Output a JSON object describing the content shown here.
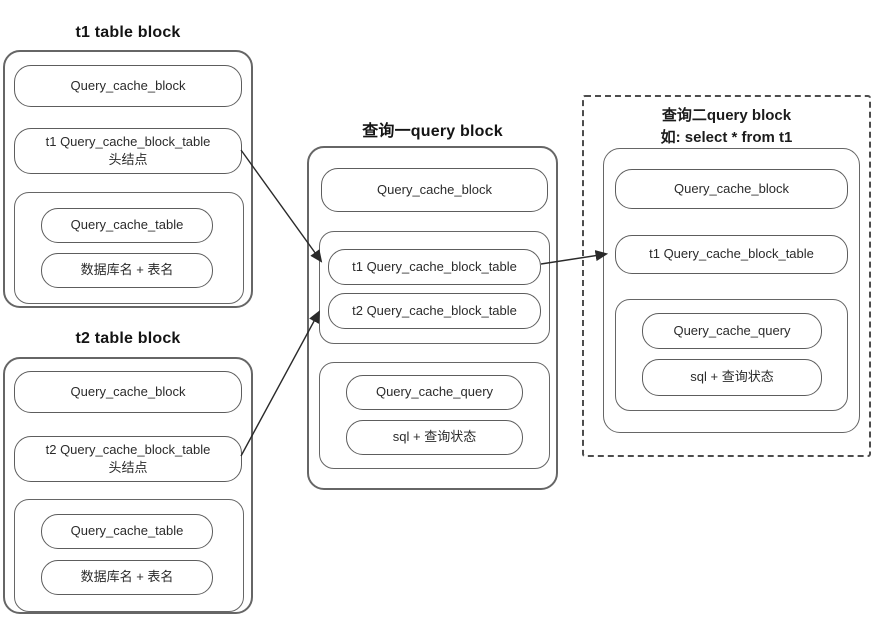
{
  "diagram": {
    "t1_block": {
      "title": "t1 table block",
      "query_cache_block": "Query_cache_block",
      "head_node_line1": "t1 Query_cache_block_table",
      "head_node_line2": "头结点",
      "query_cache_table": "Query_cache_table",
      "db_table_name": "数据库名 + 表名"
    },
    "t2_block": {
      "title": "t2 table block",
      "query_cache_block": "Query_cache_block",
      "head_node_line1": "t2 Query_cache_block_table",
      "head_node_line2": "头结点",
      "query_cache_table": "Query_cache_table",
      "db_table_name": "数据库名 + 表名"
    },
    "query1_block": {
      "title": "查询一query block",
      "query_cache_block": "Query_cache_block",
      "t1_table_ref": "t1 Query_cache_block_table",
      "t2_table_ref": "t2 Query_cache_block_table",
      "query_cache_query": "Query_cache_query",
      "sql_state": "sql + 查询状态"
    },
    "query2_block": {
      "title": "查询二query block",
      "subtitle": "如:  select * from t1",
      "query_cache_block": "Query_cache_block",
      "t1_table_ref": "t1 Query_cache_block_table",
      "query_cache_query": "Query_cache_query",
      "sql_state": "sql + 查询状态"
    },
    "edges": [
      {
        "from": "t1-head-node",
        "to": "query1-t1-ref"
      },
      {
        "from": "t2-head-node",
        "to": "query1-t2-ref"
      },
      {
        "from": "query1-t1-ref",
        "to": "query2-t1-ref"
      }
    ],
    "colors": {
      "border": "#666666",
      "text": "#2b2b2b",
      "title": "#141414",
      "arrow": "#2a2a2a",
      "background": "#ffffff"
    }
  }
}
